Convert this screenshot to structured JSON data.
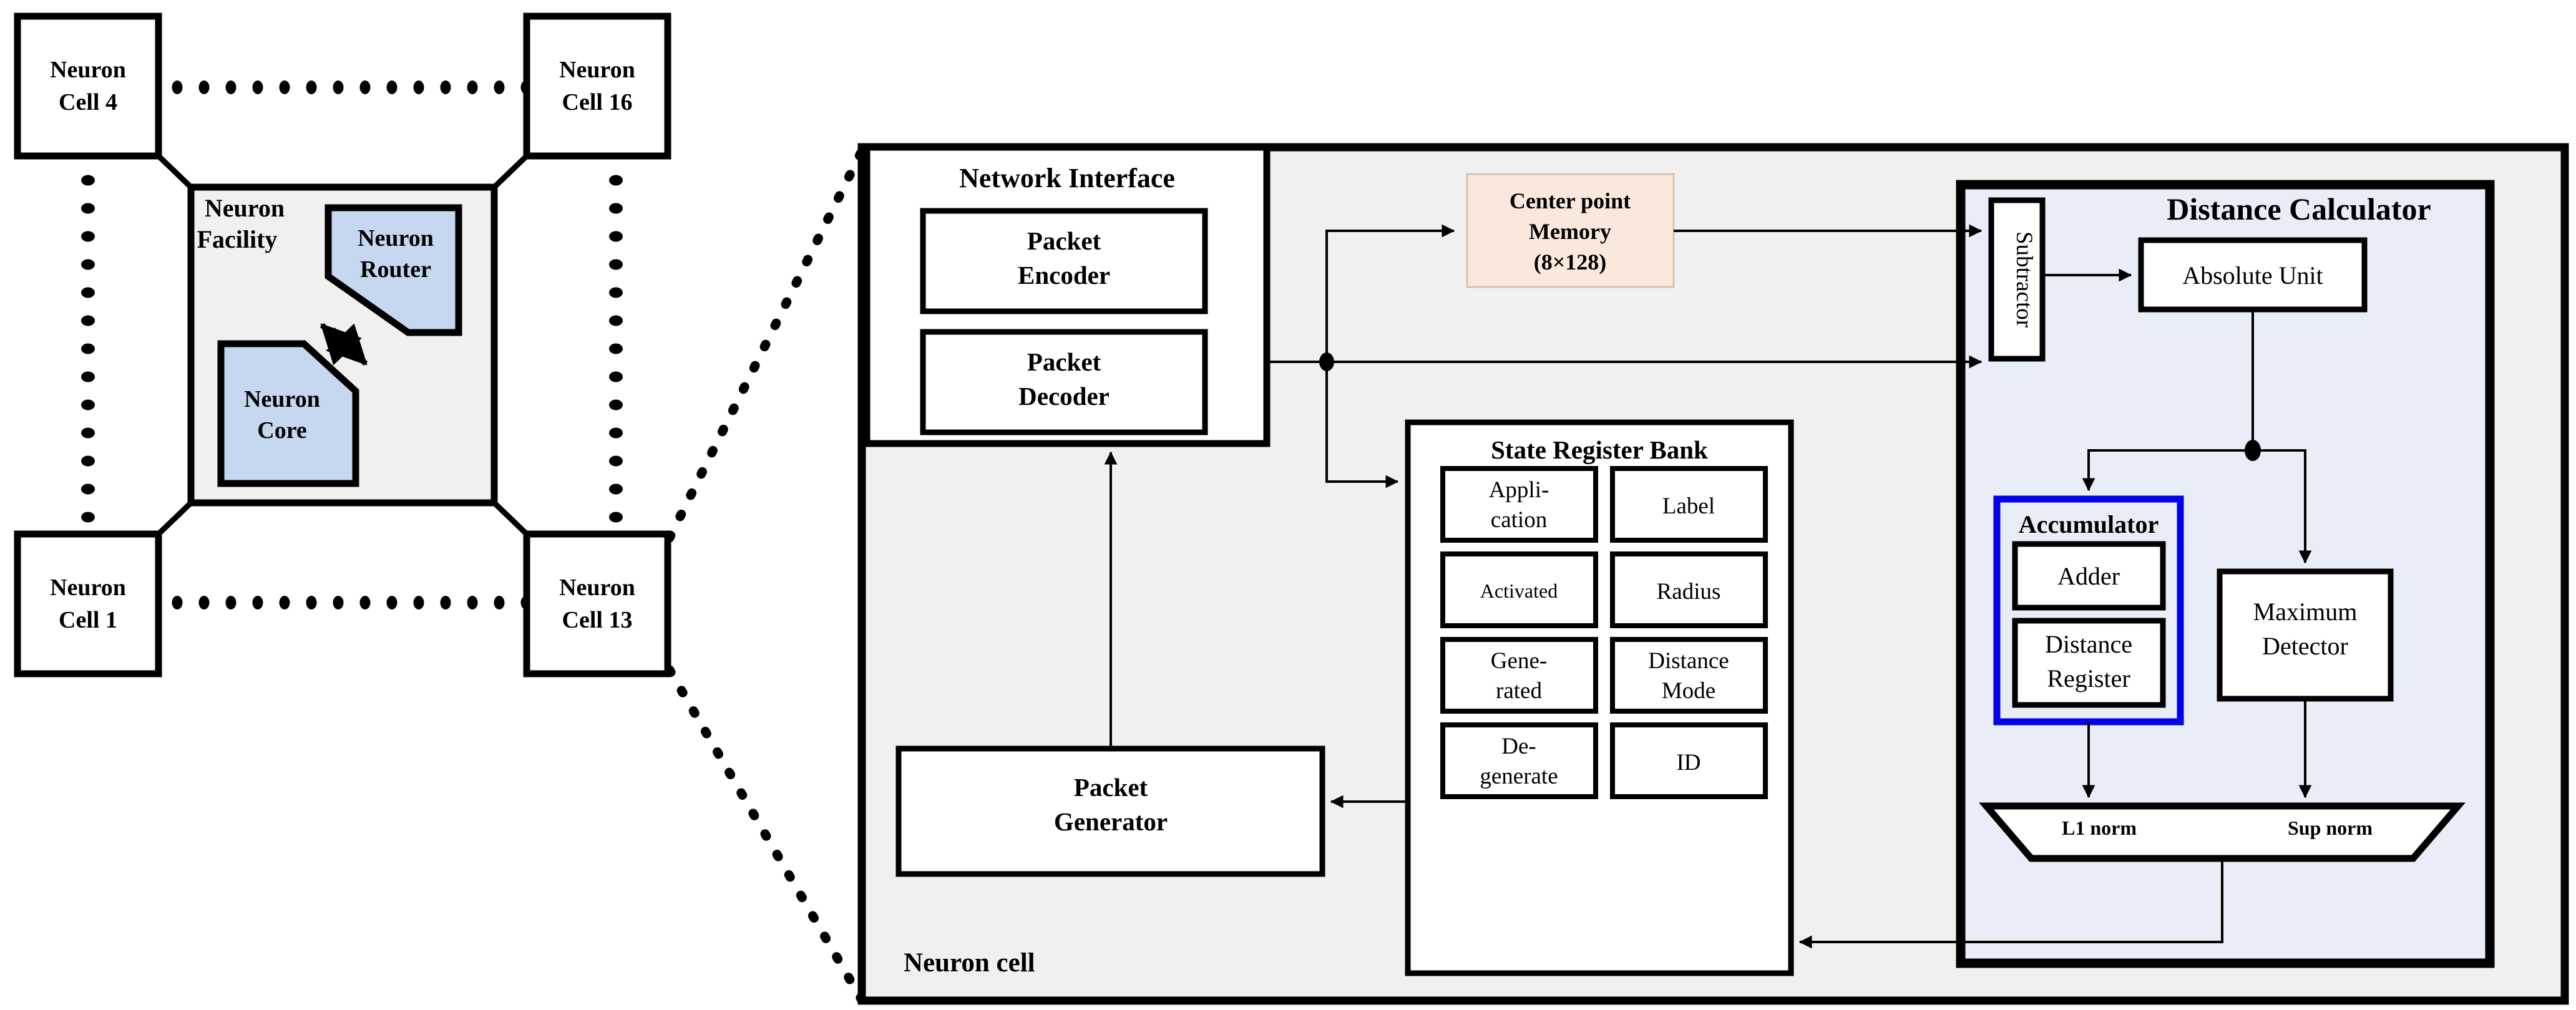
{
  "figure": {
    "title": "Neuron cell architecture block diagram",
    "colors": {
      "blue_fill": "#c5d8f0",
      "light_blue_fill": "#e8edf7",
      "peach_fill": "#fae8dc",
      "gray_fill": "#f0f0f0",
      "accent_blue": "#0000ee",
      "line": "#000000",
      "white": "#ffffff"
    }
  },
  "mesh": {
    "cells": [
      {
        "id": "cell4",
        "label_line1": "Neuron",
        "label_line2": "Cell 4"
      },
      {
        "id": "cell16",
        "label_line1": "Neuron",
        "label_line2": "Cell 16"
      },
      {
        "id": "cell1",
        "label_line1": "Neuron",
        "label_line2": "Cell 1"
      },
      {
        "id": "cell13",
        "label_line1": "Neuron",
        "label_line2": "Cell 13"
      }
    ],
    "facility": {
      "label_line1": "Neuron",
      "label_line2": "Facility",
      "router": {
        "label_line1": "Neuron",
        "label_line2": "Router"
      },
      "core": {
        "label_line1": "Neuron",
        "label_line2": "Core"
      }
    }
  },
  "neuron_cell": {
    "label": "Neuron cell",
    "network_interface": {
      "title": "Network Interface",
      "blocks": [
        {
          "line1": "Packet",
          "line2": "Encoder"
        },
        {
          "line1": "Packet",
          "line2": "Decoder"
        }
      ]
    },
    "packet_generator": {
      "line1": "Packet",
      "line2": "Generator"
    },
    "center_point_memory": {
      "line1": "Center point",
      "line2": "Memory",
      "line3": "(8×128)"
    },
    "state_register_bank": {
      "title": "State Register Bank",
      "registers": [
        {
          "line1": "Appli-",
          "line2": "cation"
        },
        {
          "line1": "Label",
          "line2": ""
        },
        {
          "line1": "Activated",
          "line2": ""
        },
        {
          "line1": "Radius",
          "line2": ""
        },
        {
          "line1": "Gene-",
          "line2": "rated"
        },
        {
          "line1": "Distance",
          "line2": "Mode"
        },
        {
          "line1": "De-",
          "line2": "generate"
        },
        {
          "line1": "ID",
          "line2": ""
        }
      ]
    },
    "distance_calculator": {
      "title": "Distance Calculator",
      "subtractor": "Subtractor",
      "absolute_unit": "Absolute Unit",
      "accumulator": {
        "title": "Accumulator",
        "adder": "Adder",
        "distance_register": {
          "line1": "Distance",
          "line2": "Register"
        }
      },
      "maximum_detector": {
        "line1": "Maximum",
        "line2": "Detector"
      },
      "mux": {
        "left_label": "L1 norm",
        "right_label": "Sup norm"
      }
    }
  }
}
